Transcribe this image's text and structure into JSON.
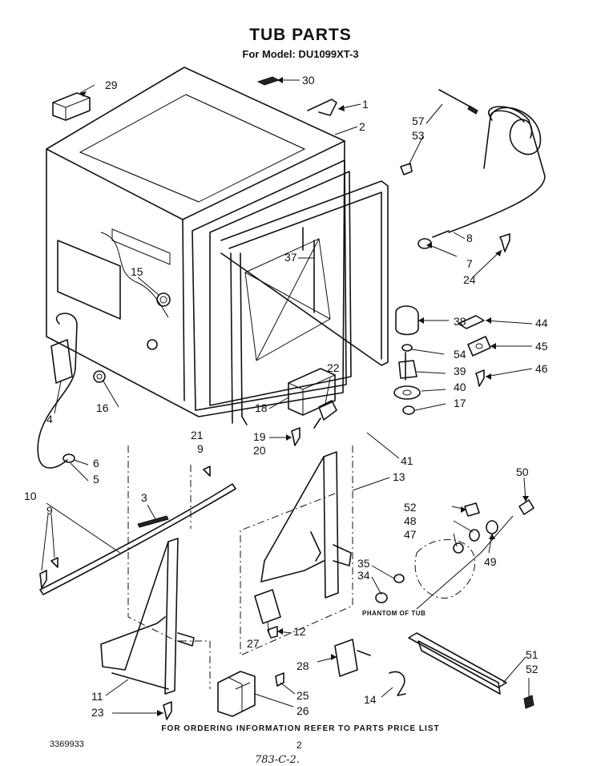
{
  "header": {
    "title": "TUB PARTS",
    "subtitle": "For Model: DU1099XT-3"
  },
  "phantom_label": "PHANTOM OF TUB",
  "callouts": [
    "1",
    "2",
    "3",
    "4",
    "5",
    "6",
    "7",
    "8",
    "9",
    "9",
    "9",
    "10",
    "11",
    "12",
    "13",
    "14",
    "15",
    "16",
    "17",
    "18",
    "19",
    "20",
    "21",
    "22",
    "23",
    "24",
    "25",
    "26",
    "27",
    "28",
    "29",
    "30",
    "34",
    "35",
    "37",
    "38",
    "39",
    "40",
    "41",
    "44",
    "45",
    "46",
    "47",
    "48",
    "49",
    "50",
    "51",
    "52",
    "52",
    "53",
    "54",
    "57"
  ],
  "footer": {
    "ordering_note": "FOR ORDERING INFORMATION REFER TO PARTS PRICE LIST",
    "document_number": "3369933",
    "page_number": "2",
    "handwritten_mark": "783-C-2."
  }
}
